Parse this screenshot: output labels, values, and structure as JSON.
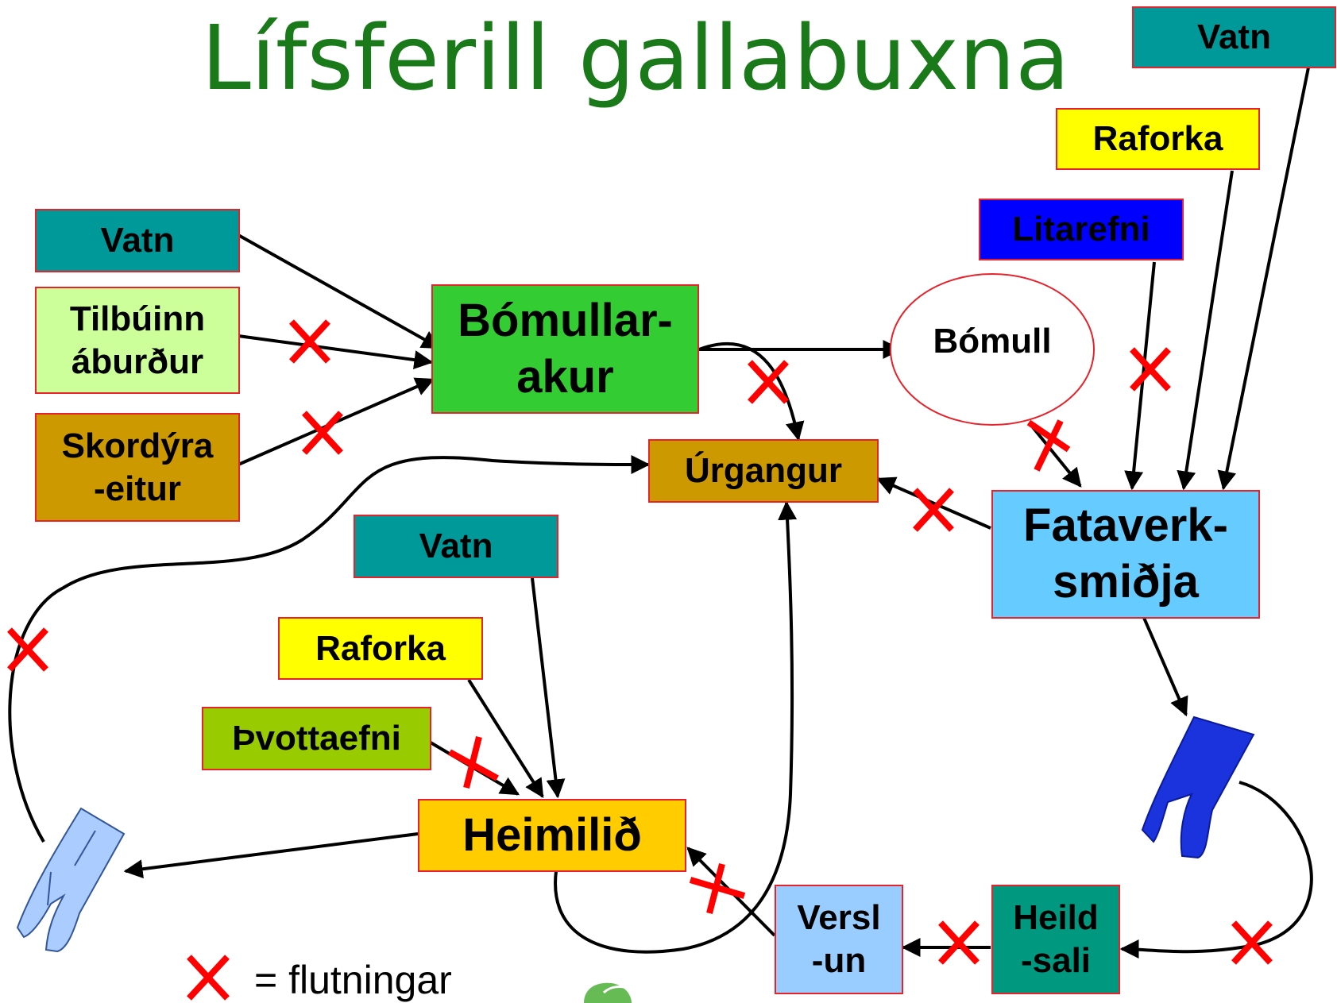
{
  "title": "Lífsferill gallabuxna",
  "nodes": {
    "vatn_top": "Vatn",
    "raforka_top": "Raforka",
    "litarefni": "Litarefni",
    "vatn_left": "Vatn",
    "tilbuinn": "Tilbúinn\náburður",
    "skordyra": "Skordýra\n-eitur",
    "bomullarakur": "Bómullar-\nakur",
    "bomull": "Bómull",
    "urgangur": "Úrgangur",
    "fataverksmidja": "Fataverk-\nsmiðja",
    "vatn_mid": "Vatn",
    "raforka_mid": "Raforka",
    "thvottaefni": "Þvottaefni",
    "heimilid": "Heimilið",
    "verslun": "Versl\n-un",
    "heildsali": "Heild\n-sali"
  },
  "legend": {
    "symbol": "✕",
    "text": "= flutningar"
  },
  "colors": {
    "title": "#1a7a1a",
    "arrow": "#000000",
    "cross": "#ff0000",
    "teal": "#009999",
    "yellow": "#ffff00",
    "blue": "#0000ff",
    "lightgreen": "#ccff99",
    "ochre": "#cc9900",
    "green": "#33cc33",
    "lightblue": "#66ccff",
    "orange": "#ffcc00",
    "olive": "#99cc00",
    "paleblue": "#99ccff",
    "jeans_dark": "#1a33dd",
    "jeans_light": "#aaccff"
  }
}
